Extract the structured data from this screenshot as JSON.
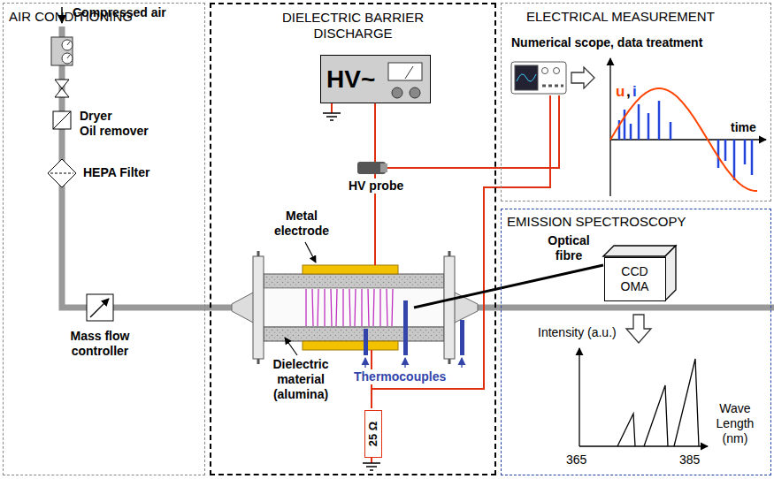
{
  "diagram": {
    "nodes": [
      {
        "text": [
          "AIR CONDITIONING"
        ]
      },
      {
        "text": [
          "DIELECTRIC BARRIER DISCHARGE"
        ]
      },
      {
        "text": [
          "HV~"
        ],
        "in": 1
      },
      {
        "text": [
          "25 Ω"
        ],
        "in": 1
      },
      {
        "text": [
          "ELECTRICAL MEASUREMENT"
        ]
      },
      {
        "text": [
          "EMISSION SPECTROSCOPY"
        ]
      },
      {
        "text": [
          "CCD OMA"
        ],
        "in": 5
      }
    ],
    "labels": [
      "Compressed air",
      "Dryer",
      "Oil remover",
      "HEPA Filter",
      "Mass flow controller",
      "Metal electrode",
      "Dielectric material (alumina)",
      "HV probe",
      "Thermocouples",
      "Numerical scope, data treatment",
      "u",
      ",",
      "i",
      "time",
      "Optical fibre",
      "Intensity (a.u.)",
      "Wave Length (nm)",
      "365",
      "385"
    ]
  }
}
